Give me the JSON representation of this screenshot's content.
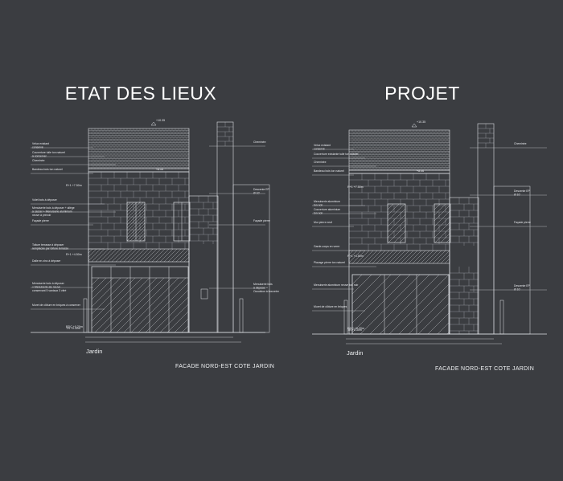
{
  "colors": {
    "background": "#3b3d41",
    "linework": "#dfe2e6",
    "text": "#ffffff"
  },
  "existing": {
    "title": "ETAT DES LIEUX",
    "garden_label": "Jardin",
    "caption": "FACADE NORD-EST COTE JARDIN",
    "annotations": [
      "Velux existant\nconservé",
      "Couverture tuile ton naturel\nà conserver",
      "Cheminée",
      "Bandeau bois ton naturel",
      "Volet bois à déposer",
      "Menuiserie bois à déposer + allège\nà casser + Menuiserie aluminium\nneuve à prévoir",
      "Façade pierre",
      "Toiture terrasse à déposer\nremplacée par toiture terrasse",
      "Dalle en zinc à déposer",
      "Menuiserie bois à déposer\n+ Menuiserie alu neuve\nconservant 5 vantaux 3 vitré",
      "Muret de clôture en briques à conserver"
    ],
    "right_annotations": [
      "Cheminée",
      "Descente EP\nØ 10'",
      "Façade pierre",
      "Menuiserie bois\nà déposer +\nOcculsion à bouveter"
    ],
    "levels": [
      "+10.35",
      "+8.06",
      "R+1 +7.50m",
      "R+1 +4.50m",
      "RDC +0.20m",
      "TN +0.30m"
    ]
  },
  "project": {
    "title": "PROJET",
    "garden_label": "Jardin",
    "caption": "FACADE NORD-EST COTE JARDIN",
    "annotations": [
      "Velux existant\nconservé",
      "Couverture existante tuile ton naturel",
      "Cheminée",
      "Bandeau bois ton naturel",
      "Menuiserie aluminium\nton noir",
      "Couverture aluminium\nton noir",
      "Mur pierre neuf",
      "Garde-corps en verre",
      "Placage pierre ton naturel",
      "Menuiserie aluminium neuve ton noir",
      "Muret de clôture en briques"
    ],
    "right_annotations": [
      "Cheminée",
      "Descente EP\nØ 10'",
      "Façade pierre",
      "Descente EP\nØ 10'"
    ],
    "levels": [
      "+10.35",
      "+8.06",
      "R+1 +7.50m",
      "R+1 +4.50m",
      "RDC +0.20m",
      "TN +0.30m"
    ]
  }
}
